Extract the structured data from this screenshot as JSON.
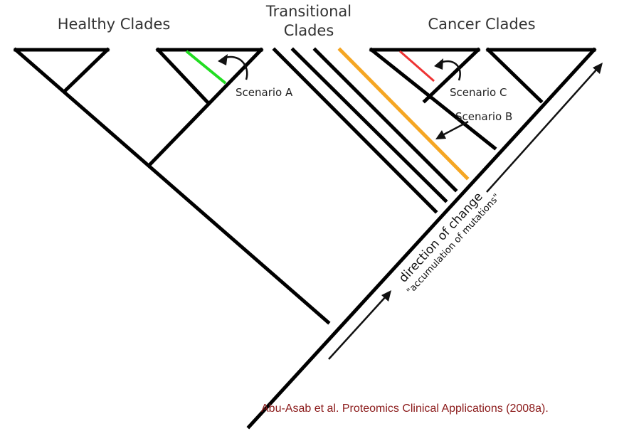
{
  "headings": {
    "healthy": "Healthy Clades",
    "transitional_line1": "Transitional",
    "transitional_line2": "Clades",
    "cancer": "Cancer Clades"
  },
  "scenarios": {
    "a": "Scenario A",
    "b": "Scenario B",
    "c": "Scenario C"
  },
  "direction": {
    "main": "direction of change",
    "sub": "\"accumulation of mutations\""
  },
  "citation": {
    "text": "Abu-Asab et al. Proteomics Clinical Applications (2008a).",
    "color": "#8b1a1a"
  },
  "colors": {
    "scenario_a_line": "#22dd22",
    "scenario_b_line": "#f5a623",
    "scenario_c_line": "#ee3333"
  }
}
